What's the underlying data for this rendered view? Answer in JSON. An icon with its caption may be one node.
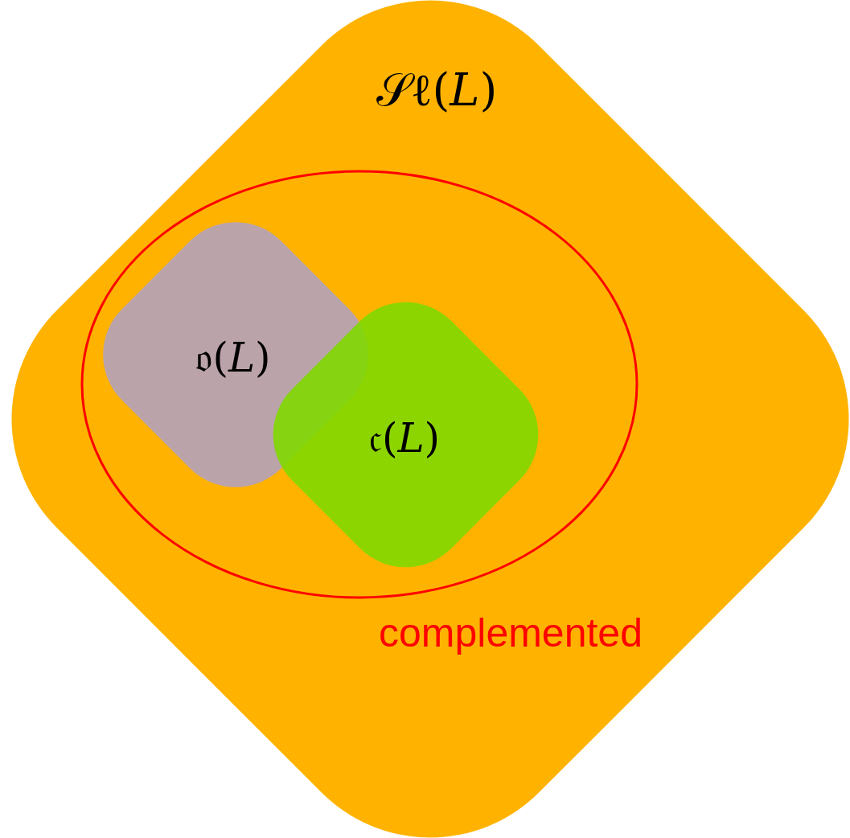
{
  "diagram": {
    "nodes": [
      {
        "text": [
          "𝒮ℓ(𝐿)"
        ]
      },
      {
        "text": [
          "complemented"
        ],
        "in": 0
      },
      {
        "text": [
          "𝔬(𝐿)"
        ],
        "in": 1
      },
      {
        "text": [
          "𝔠(𝐿)"
        ],
        "in": 1
      }
    ],
    "edges": []
  }
}
